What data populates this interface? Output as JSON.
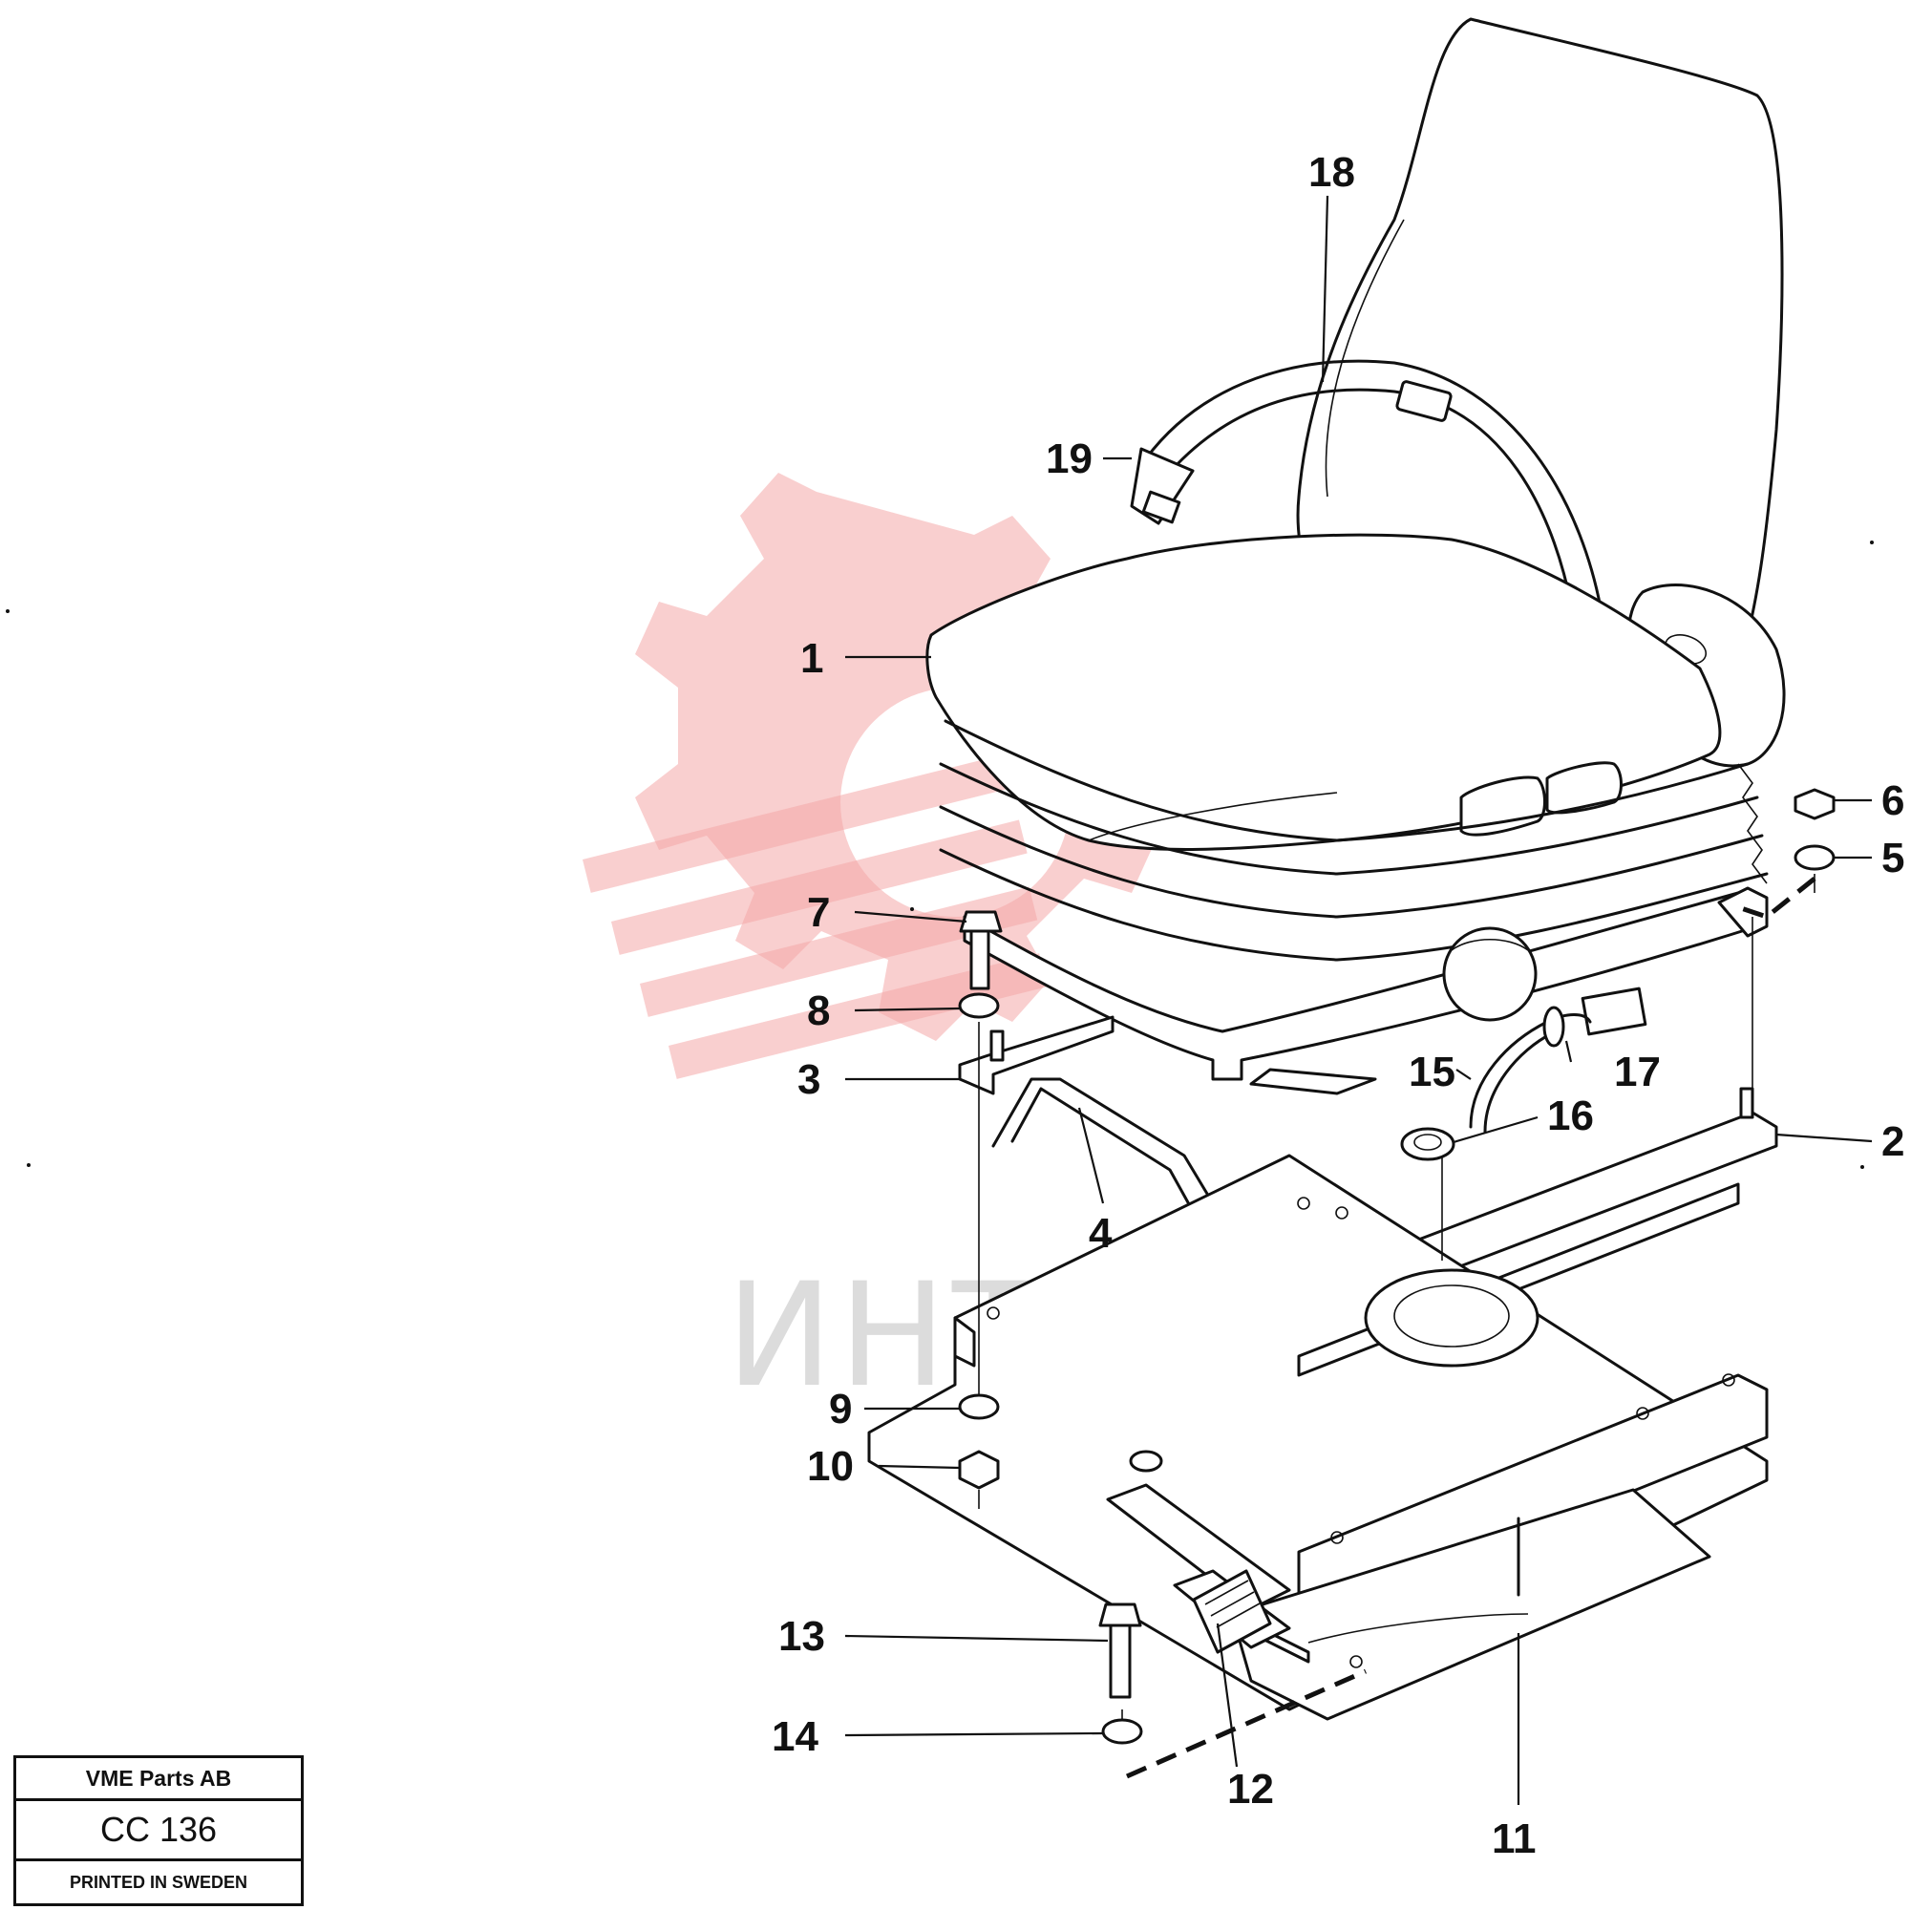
{
  "title_block": {
    "company": "VME Parts AB",
    "code": "CC 136",
    "printed": "PRINTED IN SWEDEN"
  },
  "watermark": {
    "text": "ИНТЕХ",
    "logo": "gear-logo-icon",
    "color": "#f4a7a7"
  },
  "callouts": [
    {
      "id": "1",
      "label": "1"
    },
    {
      "id": "2",
      "label": "2"
    },
    {
      "id": "3",
      "label": "3"
    },
    {
      "id": "4",
      "label": "4"
    },
    {
      "id": "5",
      "label": "5"
    },
    {
      "id": "6",
      "label": "6"
    },
    {
      "id": "7",
      "label": "7"
    },
    {
      "id": "8",
      "label": "8"
    },
    {
      "id": "9",
      "label": "9"
    },
    {
      "id": "10",
      "label": "10"
    },
    {
      "id": "11",
      "label": "11"
    },
    {
      "id": "12",
      "label": "12"
    },
    {
      "id": "13",
      "label": "13"
    },
    {
      "id": "14",
      "label": "14"
    },
    {
      "id": "15",
      "label": "15"
    },
    {
      "id": "16",
      "label": "16"
    },
    {
      "id": "17",
      "label": "17"
    },
    {
      "id": "18",
      "label": "18"
    },
    {
      "id": "19",
      "label": "19"
    }
  ]
}
